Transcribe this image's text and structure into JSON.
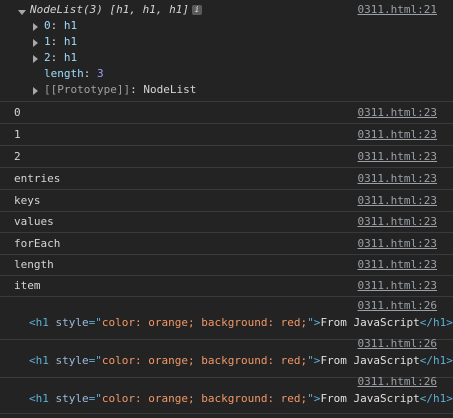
{
  "group": {
    "header": "NodeList(3) [h1, h1, h1]",
    "info": "i",
    "source": "0311.html:21",
    "items": [
      {
        "index": "0",
        "value": "h1"
      },
      {
        "index": "1",
        "value": "h1"
      },
      {
        "index": "2",
        "value": "h1"
      }
    ],
    "length_key": "length",
    "length_value": "3",
    "prototype_key": "[[Prototype]]",
    "prototype_value": "NodeList"
  },
  "rows": [
    {
      "text": "0",
      "source": "0311.html:23"
    },
    {
      "text": "1",
      "source": "0311.html:23"
    },
    {
      "text": "2",
      "source": "0311.html:23"
    },
    {
      "text": "entries",
      "source": "0311.html:23"
    },
    {
      "text": "keys",
      "source": "0311.html:23"
    },
    {
      "text": "values",
      "source": "0311.html:23"
    },
    {
      "text": "forEach",
      "source": "0311.html:23"
    },
    {
      "text": "length",
      "source": "0311.html:23"
    },
    {
      "text": "item",
      "source": "0311.html:23"
    }
  ],
  "elements": [
    {
      "source": "0311.html:26",
      "open": "<h1 ",
      "attr": "style",
      "eq": "=\"",
      "value": "color: orange; background: red;",
      "close": "\">",
      "content": "From JavaScript",
      "end": "</h1>"
    },
    {
      "source": "0311.html:26",
      "open": "<h1 ",
      "attr": "style",
      "eq": "=\"",
      "value": "color: orange; background: red;",
      "close": "\">",
      "content": "From JavaScript",
      "end": "</h1>"
    },
    {
      "source": "0311.html:26",
      "open": "<h1 ",
      "attr": "style",
      "eq": "=\"",
      "value": "color: orange; background: red;",
      "close": "\">",
      "content": "From JavaScript",
      "end": "</h1>"
    }
  ]
}
